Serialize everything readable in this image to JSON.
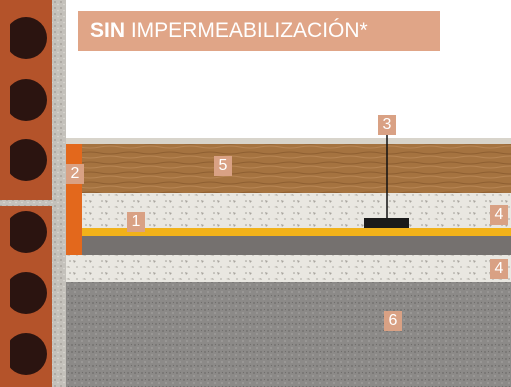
{
  "title": {
    "bold": "SIN",
    "rest": " IMPERMEABILIZACIÓN*"
  },
  "labels": {
    "l1": "1",
    "l2": "2",
    "l3": "3",
    "l4a": "4",
    "l4b": "4",
    "l5": "5",
    "l6": "6"
  },
  "colors": {
    "title_bg": "#e0a587",
    "label_bg": "#d9a184",
    "brick": "#b4532a",
    "wall_plaster": "#bfbcb6",
    "wood": "#a2703c",
    "insulation": "#e4e2dc",
    "membrane": "#f1b21a",
    "screed": "#7a7674",
    "concrete": "#8a8886",
    "perimeter_strip": "#e3681c",
    "joint_tape": "#1a1a1a"
  }
}
